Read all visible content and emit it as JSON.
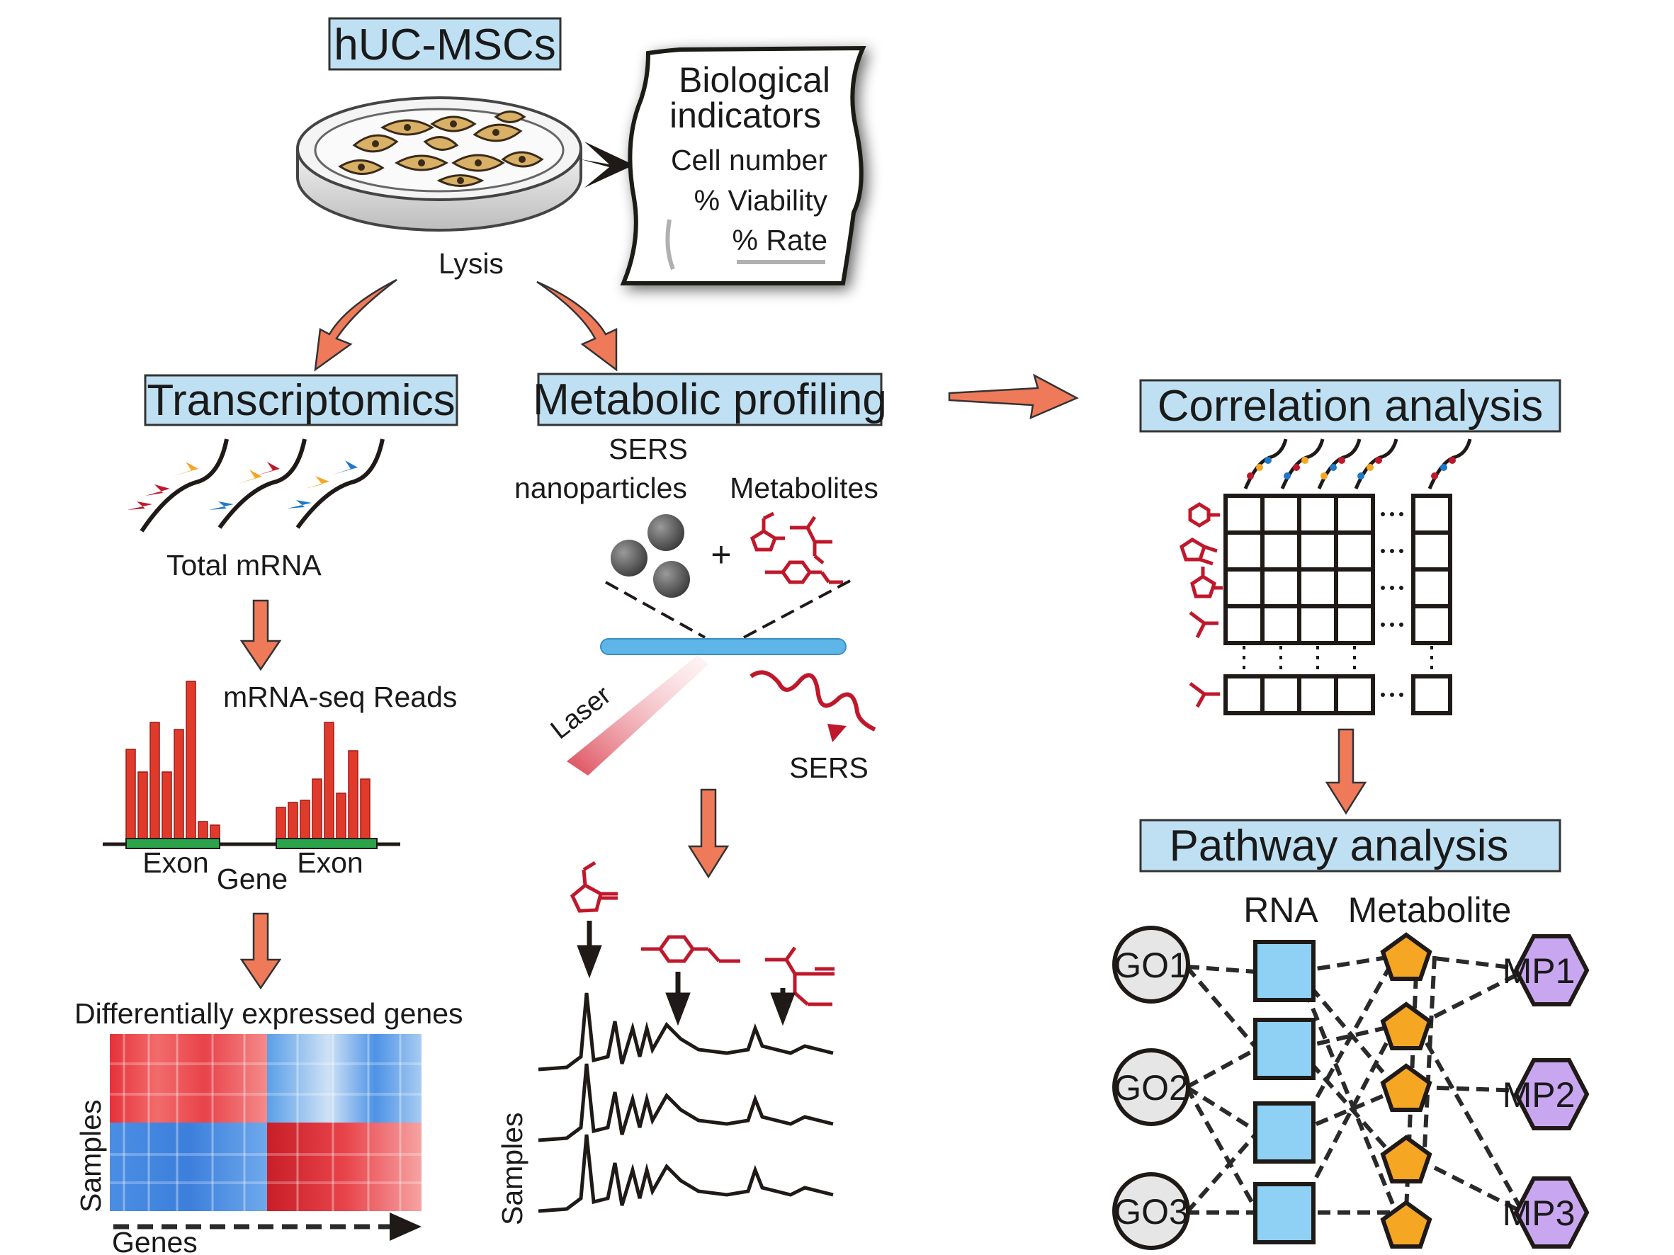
{
  "top": {
    "title": "hUC-MSCs",
    "lysis": "Lysis",
    "indicators": {
      "title_line1": "Biological",
      "title_line2": "indicators",
      "items": [
        "Cell number",
        "% Viability",
        "% Rate"
      ]
    }
  },
  "transcriptomics": {
    "title": "Transcriptomics",
    "total_mrna": "Total mRNA",
    "reads": "mRNA-seq Reads",
    "exon1": "Exon",
    "exon2": "Exon",
    "gene": "Gene",
    "deg": "Differentially expressed genes",
    "samples": "Samples",
    "genes": "Genes"
  },
  "metabolic": {
    "title": "Metabolic profiling",
    "sers_np_line1": "SERS",
    "sers_np_line2": "nanoparticles",
    "metabolites": "Metabolites",
    "laser": "Laser",
    "sers": "SERS",
    "samples": "Samples"
  },
  "correlation": {
    "title": "Correlation analysis"
  },
  "pathway": {
    "title": "Pathway analysis",
    "rna": "RNA",
    "metabolite": "Metabolite",
    "go": [
      "GO1",
      "GO2",
      "GO3"
    ],
    "mp": [
      "MP1",
      "MP2",
      "MP3"
    ]
  },
  "colors": {
    "box_fill": "#bfe0f2",
    "arrow": "#ef7a5a",
    "read_bars": "#e03a2b",
    "exon": "#2aa34a",
    "molecule": "#c0182b",
    "rna_node": "#8fd0f5",
    "metabolite_node": "#f5a623",
    "go_node": "#e6e6e6",
    "mp_node": "#c9a7f0"
  }
}
